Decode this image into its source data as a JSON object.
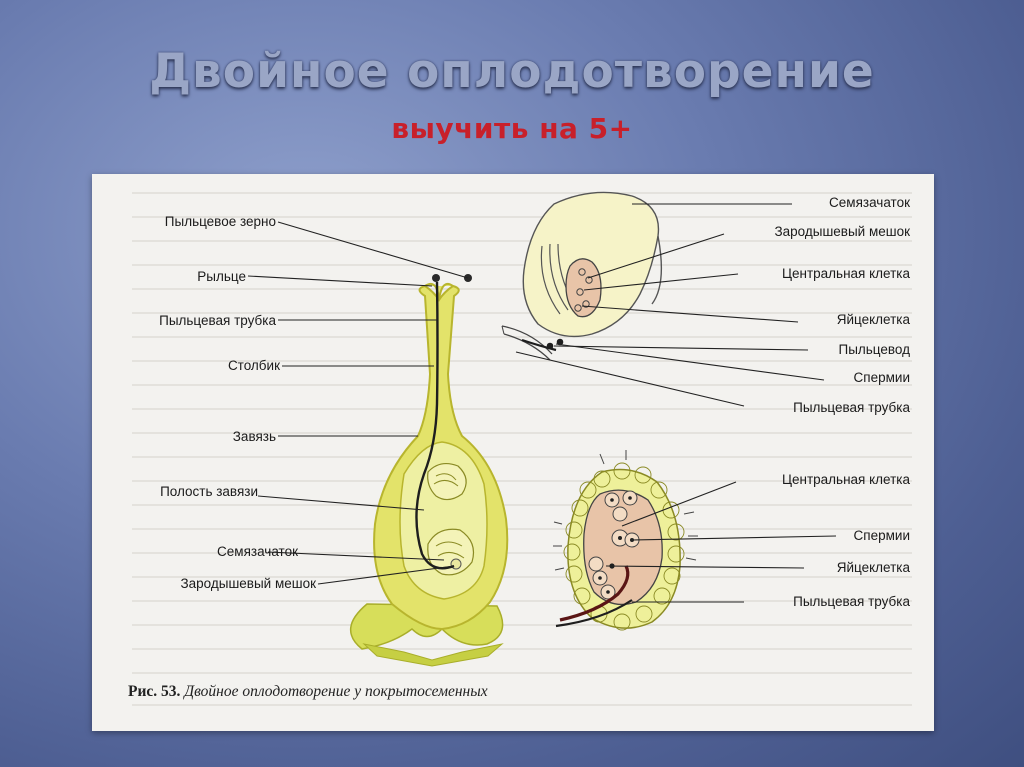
{
  "slide": {
    "title": "Двойное оплодотворение",
    "subtitle": "выучить на 5+"
  },
  "figure": {
    "caption_number": "Рис. 53.",
    "caption_text": "Двойное оплодотворение у покрытосеменных",
    "left_labels": {
      "pollen_grain": "Пыльцевое зерно",
      "stigma": "Рыльце",
      "pollen_tube": "Пыльцевая трубка",
      "style": "Столбик",
      "ovary": "Завязь",
      "ovary_cavity": "Полость завязи",
      "ovule": "Семязачаток",
      "embryo_sac": "Зародышевый мешок"
    },
    "upper_right_labels": {
      "ovule": "Семязачаток",
      "embryo_sac": "Зародышевый мешок",
      "central_cell": "Центральная клетка",
      "egg_cell": "Яйцеклетка",
      "micropyle": "Пыльцевод",
      "sperms": "Спермии",
      "pollen_tube": "Пыльцевая трубка"
    },
    "lower_right_labels": {
      "central_cell": "Центральная клетка",
      "sperms": "Спермии",
      "egg_cell": "Яйцеклетка",
      "pollen_tube": "Пыльцевая трубка"
    }
  },
  "colors": {
    "pistil_fill": "#e3e36a",
    "pistil_stroke": "#b8b52e",
    "ovule_fill": "#f6f3c8",
    "sac_fill": "#e8c4a8",
    "caption_color": "#222222",
    "subtitle_color": "#c8202a"
  }
}
